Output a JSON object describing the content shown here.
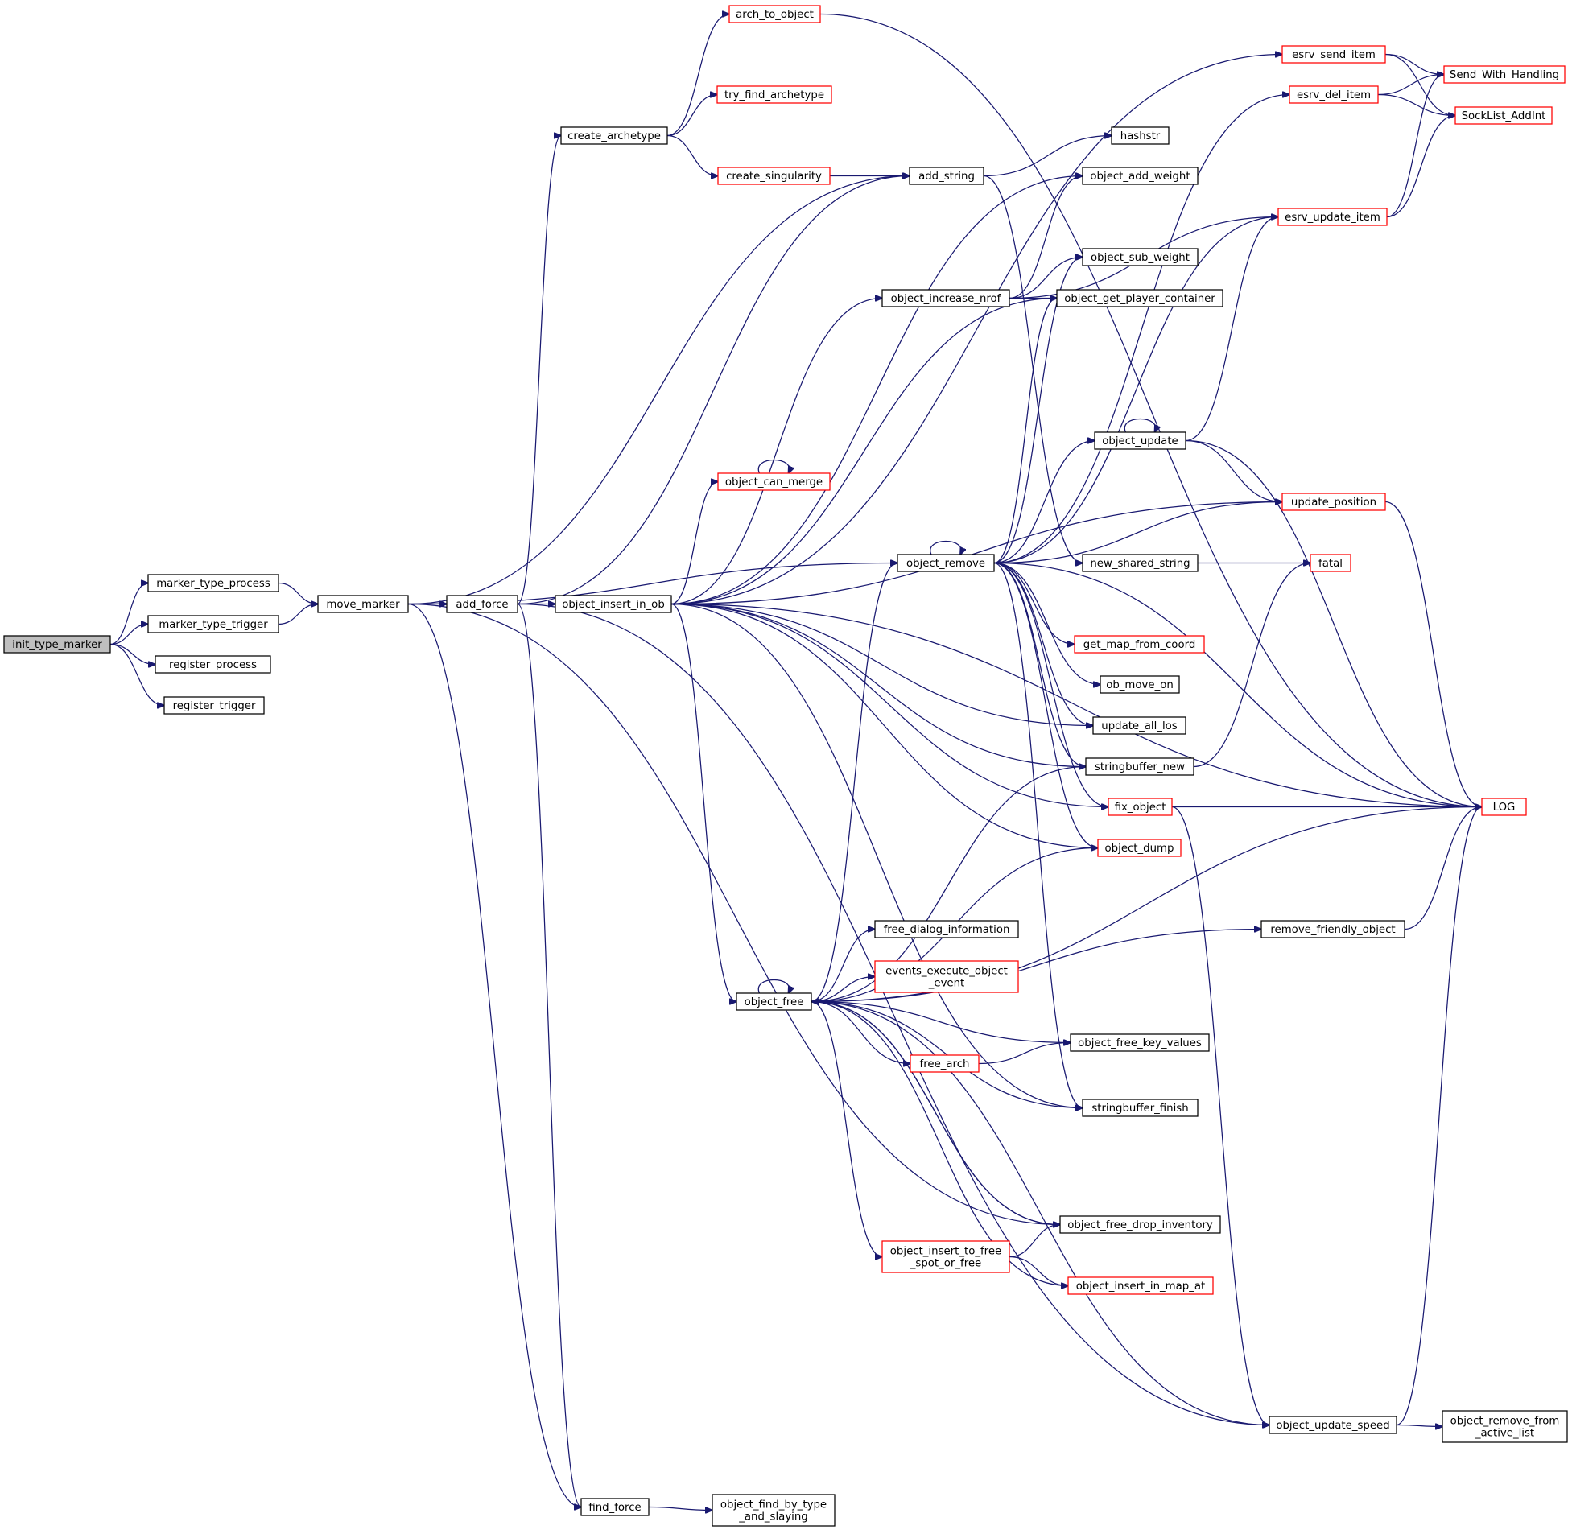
{
  "colors": {
    "edge": "#191970",
    "normal_border": "#000000",
    "truncated_border": "#ff0000",
    "root_fill": "#bfbfbf",
    "node_fill": "#ffffff"
  },
  "graph": {
    "root": "init_type_marker",
    "nodes": [
      {
        "id": "init_type_marker",
        "lines": [
          "init_type_marker"
        ],
        "style": "root"
      },
      {
        "id": "marker_type_process",
        "lines": [
          "marker_type_process"
        ],
        "style": "normal"
      },
      {
        "id": "marker_type_trigger",
        "lines": [
          "marker_type_trigger"
        ],
        "style": "normal"
      },
      {
        "id": "register_process",
        "lines": [
          "register_process"
        ],
        "style": "normal"
      },
      {
        "id": "register_trigger",
        "lines": [
          "register_trigger"
        ],
        "style": "normal"
      },
      {
        "id": "move_marker",
        "lines": [
          "move_marker"
        ],
        "style": "normal"
      },
      {
        "id": "add_force",
        "lines": [
          "add_force"
        ],
        "style": "normal"
      },
      {
        "id": "object_insert_in_ob",
        "lines": [
          "object_insert_in_ob"
        ],
        "style": "normal"
      },
      {
        "id": "create_archetype",
        "lines": [
          "create_archetype"
        ],
        "style": "normal"
      },
      {
        "id": "arch_to_object",
        "lines": [
          "arch_to_object"
        ],
        "style": "truncated"
      },
      {
        "id": "try_find_archetype",
        "lines": [
          "try_find_archetype"
        ],
        "style": "truncated"
      },
      {
        "id": "create_singularity",
        "lines": [
          "create_singularity"
        ],
        "style": "truncated"
      },
      {
        "id": "add_string",
        "lines": [
          "add_string"
        ],
        "style": "normal"
      },
      {
        "id": "hashstr",
        "lines": [
          "hashstr"
        ],
        "style": "normal"
      },
      {
        "id": "new_shared_string",
        "lines": [
          "new_shared_string"
        ],
        "style": "normal"
      },
      {
        "id": "fatal",
        "lines": [
          "fatal"
        ],
        "style": "truncated"
      },
      {
        "id": "object_add_weight",
        "lines": [
          "object_add_weight"
        ],
        "style": "normal"
      },
      {
        "id": "object_sub_weight",
        "lines": [
          "object_sub_weight"
        ],
        "style": "normal"
      },
      {
        "id": "object_increase_nrof",
        "lines": [
          "object_increase_nrof"
        ],
        "style": "normal"
      },
      {
        "id": "object_get_player_container",
        "lines": [
          "object_get_player_container"
        ],
        "style": "normal"
      },
      {
        "id": "esrv_send_item",
        "lines": [
          "esrv_send_item"
        ],
        "style": "truncated"
      },
      {
        "id": "esrv_del_item",
        "lines": [
          "esrv_del_item"
        ],
        "style": "truncated"
      },
      {
        "id": "esrv_update_item",
        "lines": [
          "esrv_update_item"
        ],
        "style": "truncated"
      },
      {
        "id": "Send_With_Handling",
        "lines": [
          "Send_With_Handling"
        ],
        "style": "truncated"
      },
      {
        "id": "SockList_AddInt",
        "lines": [
          "SockList_AddInt"
        ],
        "style": "truncated"
      },
      {
        "id": "object_update",
        "lines": [
          "object_update"
        ],
        "style": "normal"
      },
      {
        "id": "update_position",
        "lines": [
          "update_position"
        ],
        "style": "truncated"
      },
      {
        "id": "object_can_merge",
        "lines": [
          "object_can_merge"
        ],
        "style": "truncated"
      },
      {
        "id": "object_remove",
        "lines": [
          "object_remove"
        ],
        "style": "normal"
      },
      {
        "id": "get_map_from_coord",
        "lines": [
          "get_map_from_coord"
        ],
        "style": "truncated"
      },
      {
        "id": "ob_move_on",
        "lines": [
          "ob_move_on"
        ],
        "style": "normal"
      },
      {
        "id": "update_all_los",
        "lines": [
          "update_all_los"
        ],
        "style": "normal"
      },
      {
        "id": "stringbuffer_new",
        "lines": [
          "stringbuffer_new"
        ],
        "style": "normal"
      },
      {
        "id": "fix_object",
        "lines": [
          "fix_object"
        ],
        "style": "truncated"
      },
      {
        "id": "LOG",
        "lines": [
          "LOG"
        ],
        "style": "truncated"
      },
      {
        "id": "object_dump",
        "lines": [
          "object_dump"
        ],
        "style": "truncated"
      },
      {
        "id": "free_dialog_information",
        "lines": [
          "free_dialog_information"
        ],
        "style": "normal"
      },
      {
        "id": "remove_friendly_object",
        "lines": [
          "remove_friendly_object"
        ],
        "style": "normal"
      },
      {
        "id": "events_execute_object_event",
        "lines": [
          "events_execute_object",
          "_event"
        ],
        "style": "truncated"
      },
      {
        "id": "object_free",
        "lines": [
          "object_free"
        ],
        "style": "normal"
      },
      {
        "id": "object_free_key_values",
        "lines": [
          "object_free_key_values"
        ],
        "style": "normal"
      },
      {
        "id": "free_arch",
        "lines": [
          "free_arch"
        ],
        "style": "truncated"
      },
      {
        "id": "stringbuffer_finish",
        "lines": [
          "stringbuffer_finish"
        ],
        "style": "normal"
      },
      {
        "id": "object_free_drop_inventory",
        "lines": [
          "object_free_drop_inventory"
        ],
        "style": "normal"
      },
      {
        "id": "object_insert_to_free_spot_or_free",
        "lines": [
          "object_insert_to_free",
          "_spot_or_free"
        ],
        "style": "truncated"
      },
      {
        "id": "object_insert_in_map_at",
        "lines": [
          "object_insert_in_map_at"
        ],
        "style": "truncated"
      },
      {
        "id": "object_update_speed",
        "lines": [
          "object_update_speed"
        ],
        "style": "normal"
      },
      {
        "id": "object_remove_from_active_list",
        "lines": [
          "object_remove_from",
          "_active_list"
        ],
        "style": "normal"
      },
      {
        "id": "find_force",
        "lines": [
          "find_force"
        ],
        "style": "normal"
      },
      {
        "id": "object_find_by_type_and_slaying",
        "lines": [
          "object_find_by_type",
          "_and_slaying"
        ],
        "style": "normal"
      }
    ],
    "edges": [
      {
        "from": "init_type_marker",
        "to": "marker_type_process"
      },
      {
        "from": "init_type_marker",
        "to": "marker_type_trigger"
      },
      {
        "from": "init_type_marker",
        "to": "register_process"
      },
      {
        "from": "init_type_marker",
        "to": "register_trigger"
      },
      {
        "from": "marker_type_process",
        "to": "move_marker"
      },
      {
        "from": "marker_type_trigger",
        "to": "move_marker"
      },
      {
        "from": "move_marker",
        "to": "add_force"
      },
      {
        "from": "move_marker",
        "to": "add_string"
      },
      {
        "from": "move_marker",
        "to": "object_remove"
      },
      {
        "from": "move_marker",
        "to": "object_free_drop_inventory"
      },
      {
        "from": "move_marker",
        "to": "find_force"
      },
      {
        "from": "add_force",
        "to": "object_insert_in_ob"
      },
      {
        "from": "add_force",
        "to": "create_archetype"
      },
      {
        "from": "add_force",
        "to": "add_string"
      },
      {
        "from": "add_force",
        "to": "object_update_speed"
      },
      {
        "from": "add_force",
        "to": "find_force"
      },
      {
        "from": "create_archetype",
        "to": "arch_to_object"
      },
      {
        "from": "create_archetype",
        "to": "try_find_archetype"
      },
      {
        "from": "create_archetype",
        "to": "create_singularity"
      },
      {
        "from": "create_singularity",
        "to": "add_string"
      },
      {
        "from": "arch_to_object",
        "to": "LOG"
      },
      {
        "from": "add_string",
        "to": "hashstr"
      },
      {
        "from": "add_string",
        "to": "new_shared_string"
      },
      {
        "from": "new_shared_string",
        "to": "fatal"
      },
      {
        "from": "object_insert_in_ob",
        "to": "esrv_send_item"
      },
      {
        "from": "object_insert_in_ob",
        "to": "object_add_weight"
      },
      {
        "from": "object_insert_in_ob",
        "to": "object_increase_nrof"
      },
      {
        "from": "object_insert_in_ob",
        "to": "object_get_player_container"
      },
      {
        "from": "object_insert_in_ob",
        "to": "object_can_merge"
      },
      {
        "from": "object_insert_in_ob",
        "to": "update_position"
      },
      {
        "from": "object_insert_in_ob",
        "to": "update_all_los"
      },
      {
        "from": "object_insert_in_ob",
        "to": "stringbuffer_new"
      },
      {
        "from": "object_insert_in_ob",
        "to": "fix_object"
      },
      {
        "from": "object_insert_in_ob",
        "to": "object_dump"
      },
      {
        "from": "object_insert_in_ob",
        "to": "object_free"
      },
      {
        "from": "object_insert_in_ob",
        "to": "stringbuffer_finish"
      },
      {
        "from": "object_insert_in_ob",
        "to": "LOG"
      },
      {
        "from": "object_can_merge",
        "to": "object_can_merge"
      },
      {
        "from": "object_increase_nrof",
        "to": "object_add_weight"
      },
      {
        "from": "object_increase_nrof",
        "to": "object_sub_weight"
      },
      {
        "from": "object_increase_nrof",
        "to": "object_get_player_container"
      },
      {
        "from": "object_increase_nrof",
        "to": "esrv_update_item"
      },
      {
        "from": "esrv_send_item",
        "to": "Send_With_Handling"
      },
      {
        "from": "esrv_send_item",
        "to": "SockList_AddInt"
      },
      {
        "from": "esrv_del_item",
        "to": "Send_With_Handling"
      },
      {
        "from": "esrv_del_item",
        "to": "SockList_AddInt"
      },
      {
        "from": "esrv_update_item",
        "to": "Send_With_Handling"
      },
      {
        "from": "esrv_update_item",
        "to": "SockList_AddInt"
      },
      {
        "from": "object_update",
        "to": "object_update"
      },
      {
        "from": "object_update",
        "to": "esrv_update_item"
      },
      {
        "from": "object_update",
        "to": "update_position"
      },
      {
        "from": "object_update",
        "to": "LOG"
      },
      {
        "from": "update_position",
        "to": "LOG"
      },
      {
        "from": "object_remove",
        "to": "object_remove"
      },
      {
        "from": "object_remove",
        "to": "esrv_del_item"
      },
      {
        "from": "object_remove",
        "to": "esrv_update_item"
      },
      {
        "from": "object_remove",
        "to": "object_sub_weight"
      },
      {
        "from": "object_remove",
        "to": "object_get_player_container"
      },
      {
        "from": "object_remove",
        "to": "object_update"
      },
      {
        "from": "object_remove",
        "to": "update_position"
      },
      {
        "from": "object_remove",
        "to": "get_map_from_coord"
      },
      {
        "from": "object_remove",
        "to": "ob_move_on"
      },
      {
        "from": "object_remove",
        "to": "update_all_los"
      },
      {
        "from": "object_remove",
        "to": "stringbuffer_new"
      },
      {
        "from": "object_remove",
        "to": "fix_object"
      },
      {
        "from": "object_remove",
        "to": "object_dump"
      },
      {
        "from": "object_remove",
        "to": "stringbuffer_finish"
      },
      {
        "from": "object_remove",
        "to": "LOG"
      },
      {
        "from": "stringbuffer_new",
        "to": "fatal"
      },
      {
        "from": "fix_object",
        "to": "LOG"
      },
      {
        "from": "fix_object",
        "to": "object_update_speed"
      },
      {
        "from": "remove_friendly_object",
        "to": "LOG"
      },
      {
        "from": "object_free",
        "to": "object_free"
      },
      {
        "from": "object_free",
        "to": "object_remove"
      },
      {
        "from": "object_free",
        "to": "stringbuffer_new"
      },
      {
        "from": "object_free",
        "to": "object_dump"
      },
      {
        "from": "object_free",
        "to": "LOG"
      },
      {
        "from": "object_free",
        "to": "remove_friendly_object"
      },
      {
        "from": "object_free",
        "to": "free_dialog_information"
      },
      {
        "from": "object_free",
        "to": "events_execute_object_event"
      },
      {
        "from": "object_free",
        "to": "object_free_key_values"
      },
      {
        "from": "object_free",
        "to": "free_arch"
      },
      {
        "from": "object_free",
        "to": "stringbuffer_finish"
      },
      {
        "from": "object_free",
        "to": "object_free_drop_inventory"
      },
      {
        "from": "object_free",
        "to": "object_insert_to_free_spot_or_free"
      },
      {
        "from": "object_free",
        "to": "object_insert_in_map_at"
      },
      {
        "from": "object_free",
        "to": "object_update_speed"
      },
      {
        "from": "free_arch",
        "to": "object_free_key_values"
      },
      {
        "from": "object_free_drop_inventory",
        "to": "object_free"
      },
      {
        "from": "object_insert_to_free_spot_or_free",
        "to": "object_free_drop_inventory"
      },
      {
        "from": "object_insert_to_free_spot_or_free",
        "to": "object_insert_in_map_at"
      },
      {
        "from": "object_update_speed",
        "to": "object_remove_from_active_list"
      },
      {
        "from": "object_update_speed",
        "to": "LOG"
      },
      {
        "from": "find_force",
        "to": "object_find_by_type_and_slaying"
      }
    ]
  }
}
